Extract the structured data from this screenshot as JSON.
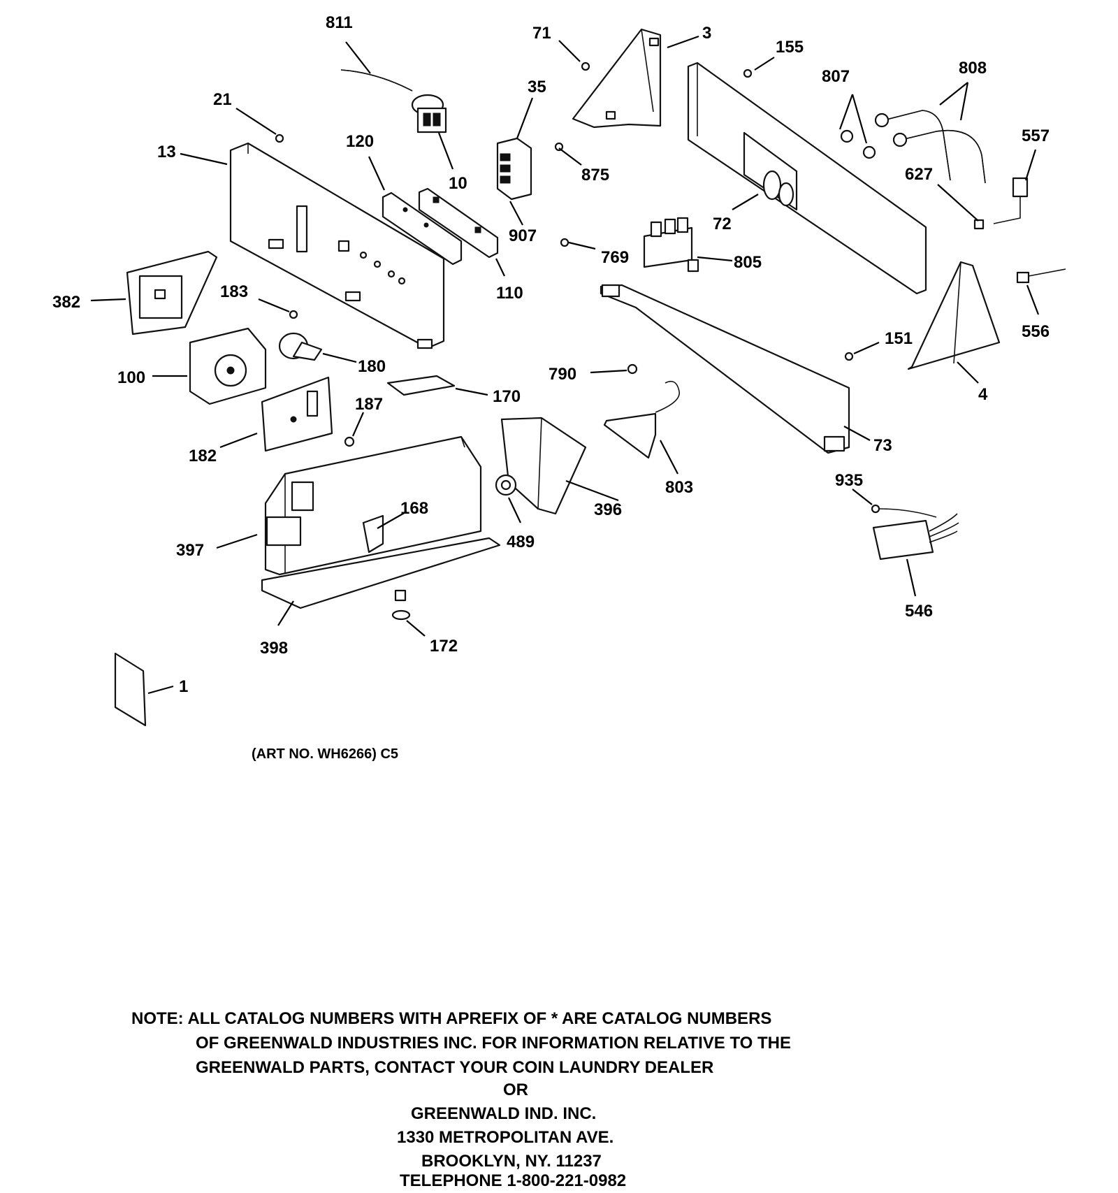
{
  "art_number": "(ART NO. WH6266) C5",
  "callouts": [
    "811",
    "71",
    "3",
    "155",
    "807",
    "808",
    "21",
    "35",
    "557",
    "120",
    "13",
    "10",
    "875",
    "627",
    "72",
    "907",
    "769",
    "805",
    "110",
    "382",
    "183",
    "556",
    "151",
    "180",
    "100",
    "790",
    "4",
    "170",
    "187",
    "182",
    "73",
    "803",
    "935",
    "168",
    "396",
    "489",
    "397",
    "546",
    "398",
    "172",
    "1"
  ],
  "note": {
    "line1": "NOTE: ALL CATALOG NUMBERS WITH APREFIX OF * ARE CATALOG NUMBERS",
    "line2": "OF GREENWALD INDUSTRIES INC. FOR INFORMATION RELATIVE TO THE",
    "line3": "GREENWALD PARTS, CONTACT YOUR COIN LAUNDRY DEALER",
    "or": "OR",
    "company": "GREENWALD IND. INC.",
    "street": "1330 METROPOLITAN AVE.",
    "city": "BROOKLYN, NY. 11237",
    "telephone": "TELEPHONE 1-800-221-0982"
  }
}
